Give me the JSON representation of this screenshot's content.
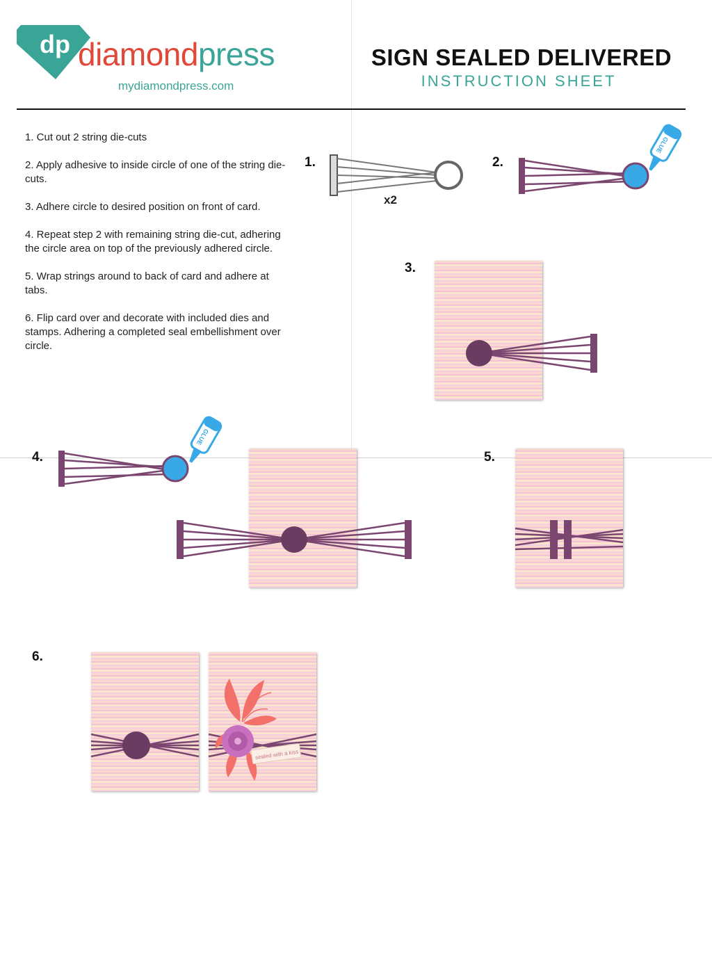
{
  "brand": {
    "name_part1": "diamond",
    "name_part2": "press",
    "url": "mydiamondpress.com",
    "logo_letters": "dp"
  },
  "header": {
    "title": "SIGN SEALED DELIVERED",
    "subtitle": "INSTRUCTION SHEET"
  },
  "instructions": [
    "1. Cut out 2 string die-cuts",
    "2. Apply adhesive to inside circle of one of the string die-cuts.",
    "3. Adhere circle to desired position on front of card.",
    "4. Repeat step 2 with remaining string die-cut, adhering the circle area on top of the previously adhered circle.",
    "5. Wrap strings around to back of card and adhere at tabs.",
    "6. Flip card over and decorate with included dies and stamps. Adhering a completed seal embellishment over circle."
  ],
  "steps": {
    "s1": "1.",
    "s2": "2.",
    "s3": "3.",
    "s4": "4.",
    "s5": "5.",
    "s6": "6."
  },
  "quantity": "x2",
  "glue_label": "GLUE",
  "sentiment_banner": "sealed with a kiss",
  "colors": {
    "teal": "#3aa597",
    "coral": "#e0493a",
    "string_purple": "#7a4670",
    "glue_blue": "#38a9e6",
    "seal_purple": "#6b3c62",
    "flower_pink": "#f26f6a",
    "flower_violet": "#c86fc0"
  }
}
